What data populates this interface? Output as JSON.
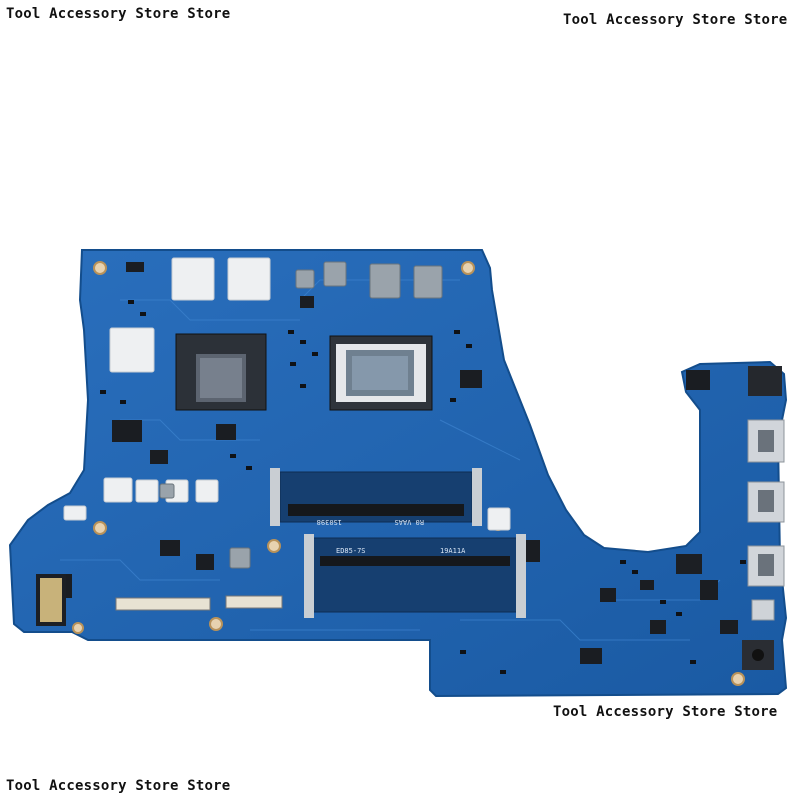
{
  "watermarks": {
    "top_left": "Tool Accessory Store Store",
    "top_right": "Tool Accessory Store Store",
    "bottom_right": "Tool Accessory Store Store",
    "bottom_left": "Tool Accessory Store Store"
  },
  "board": {
    "subject": "laptop-motherboard",
    "pcb_color": "#1f66b3",
    "pcb_edge_color": "#134d8c",
    "silkscreen_color": "#d9e6f5",
    "chip_color": "#1a1d22"
  },
  "silkscreen": {
    "upper_slot_left": "1S0398",
    "upper_slot_right": "R0 VAAS",
    "lower_slot_left": "ED85-7S",
    "lower_slot_right": "19A11A"
  }
}
